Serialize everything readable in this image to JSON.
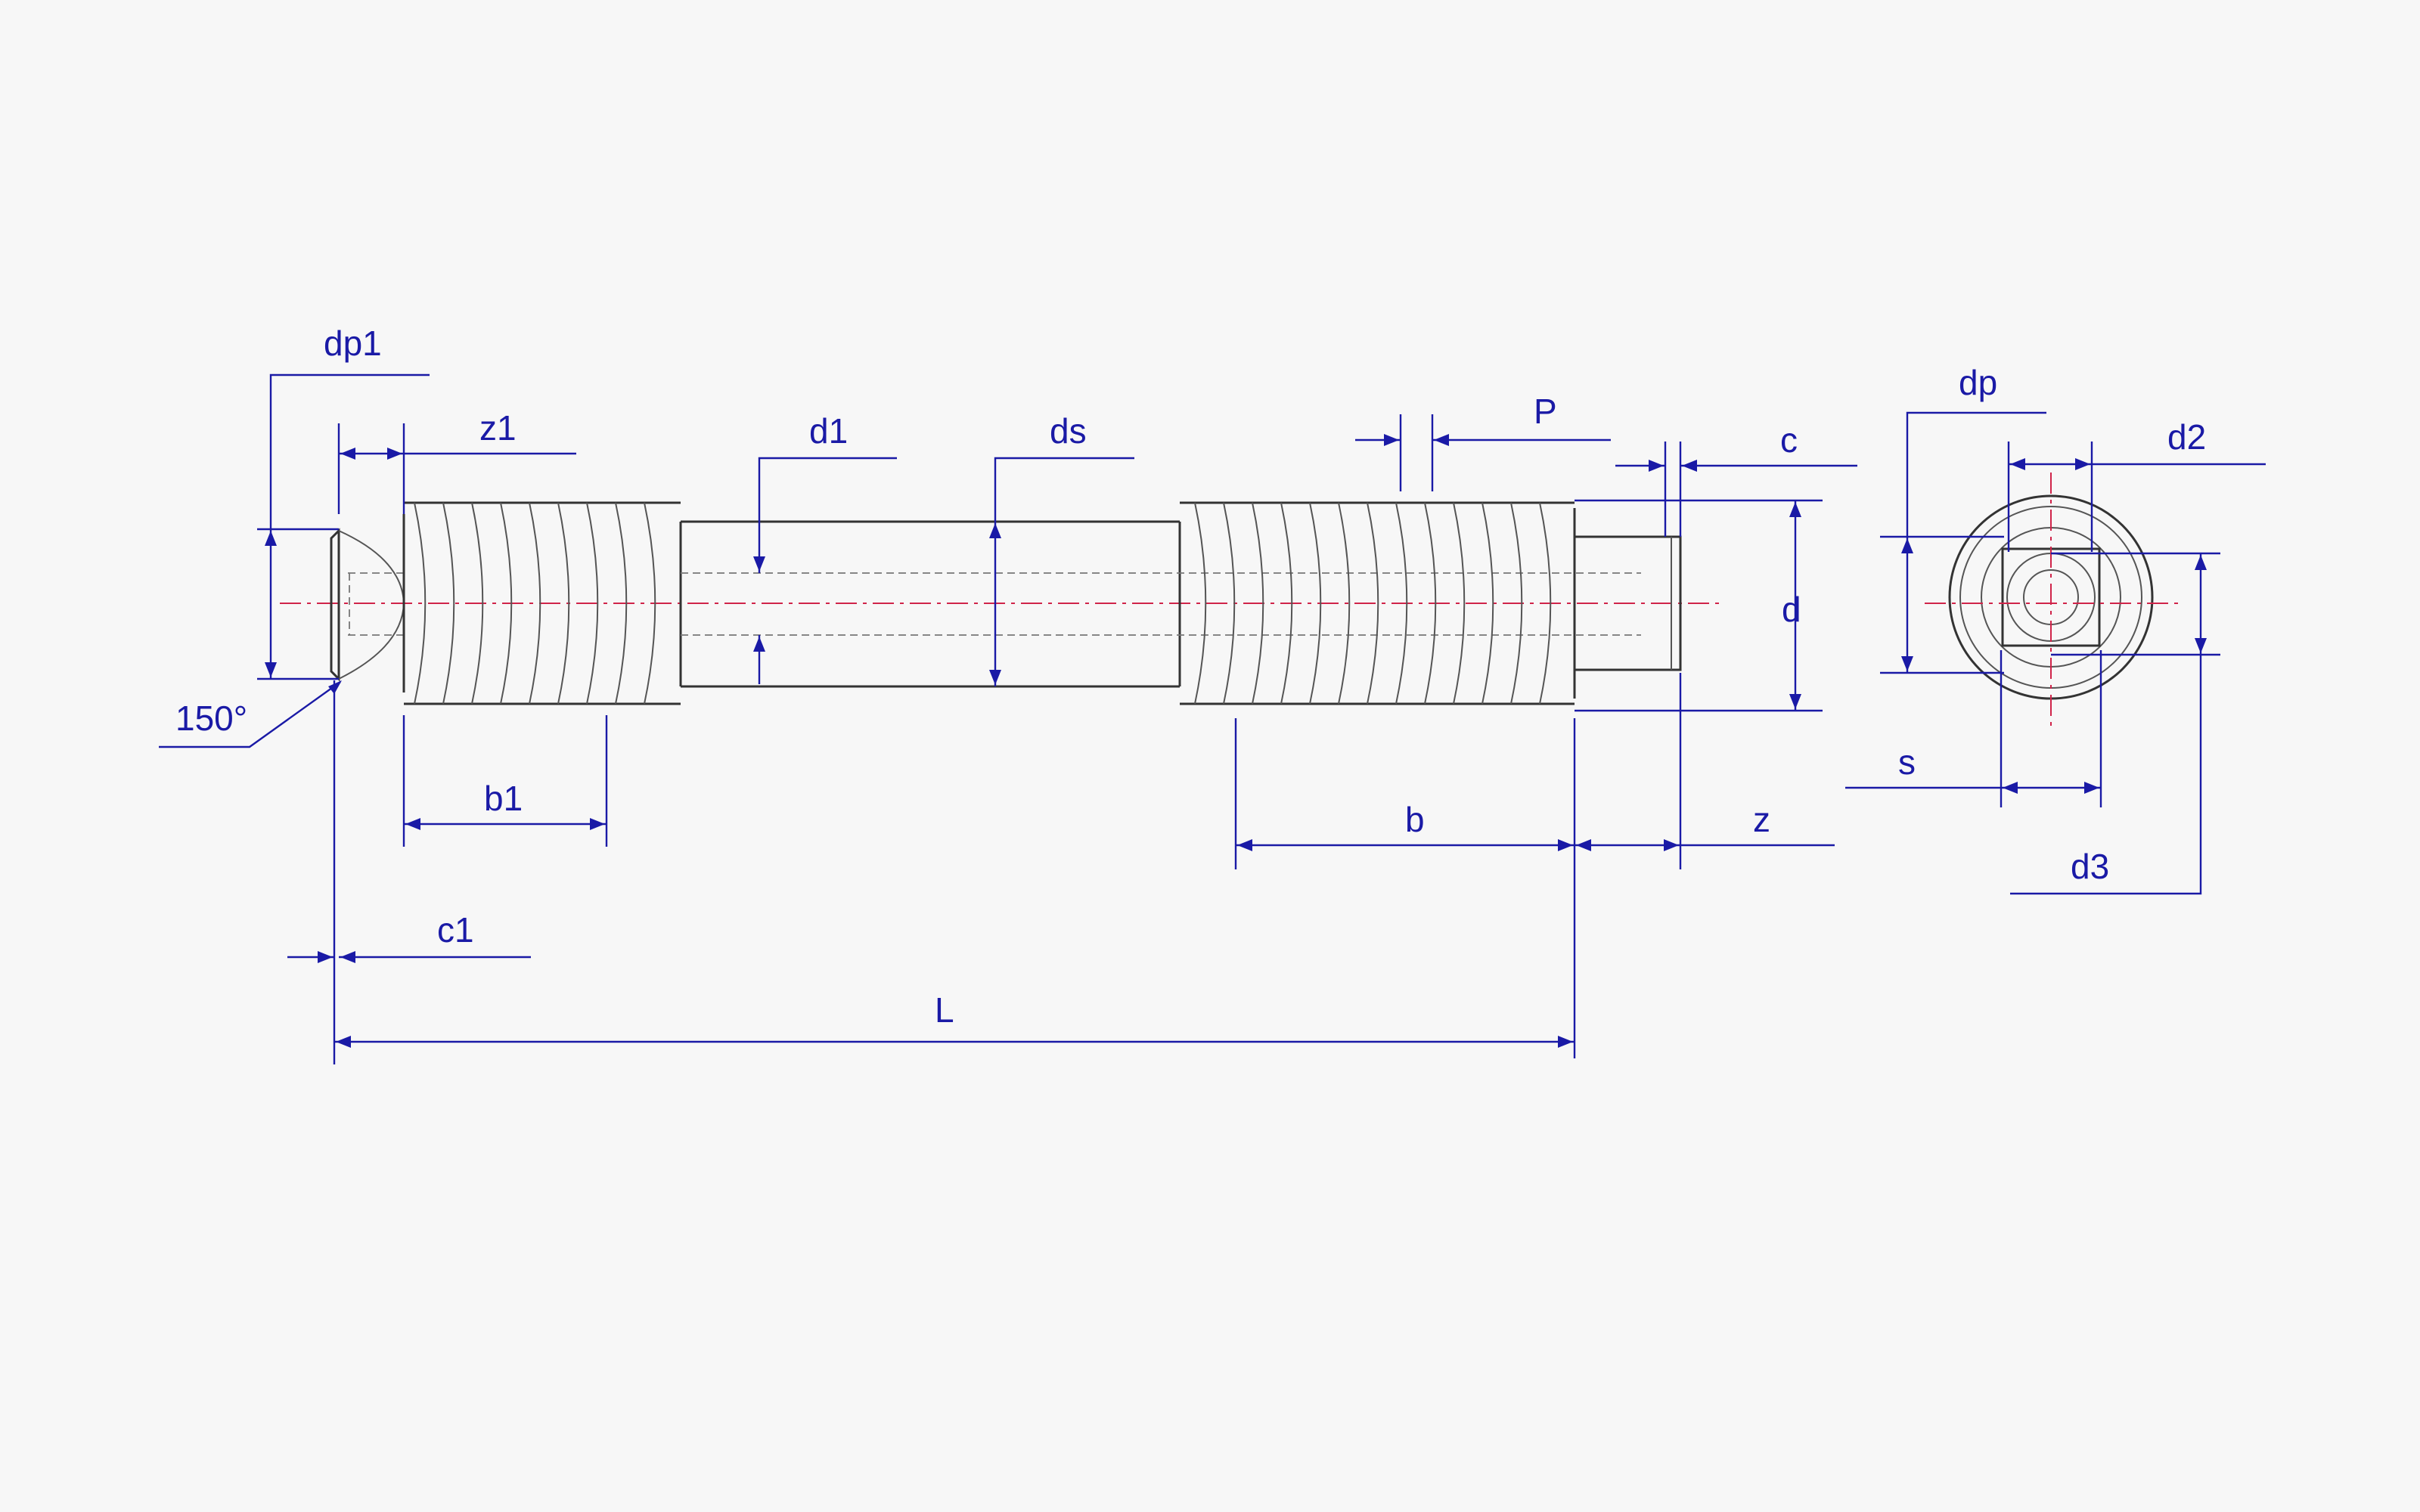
{
  "labels": {
    "dp1": "dp1",
    "z1": "z1",
    "d1": "d1",
    "ds": "ds",
    "P": "P",
    "c": "c",
    "dp": "dp",
    "d2": "d2",
    "d": "d",
    "angle": "150°",
    "b1": "b1",
    "b": "b",
    "z": "z",
    "s": "s",
    "d3": "d3",
    "c1": "c1",
    "L": "L"
  },
  "colors": {
    "background": "#f7f7f7",
    "dimension_lines": "#1a1aa6",
    "center_lines": "#d0244a",
    "outline": "#333333"
  }
}
